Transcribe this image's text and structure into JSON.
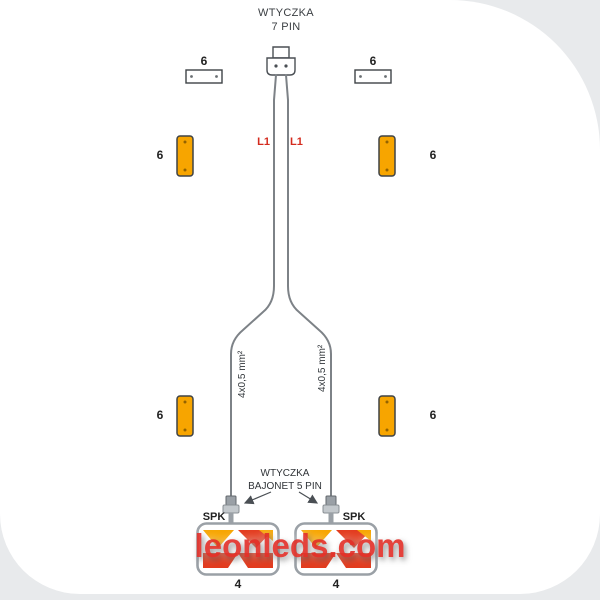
{
  "title": {
    "line1": "WTYCZKA",
    "line2": "7 PIN"
  },
  "cables": {
    "l1_left": "L1",
    "l1_right": "L1",
    "spec_left": "4x0,5 mm²",
    "spec_right": "4x0,5 mm²"
  },
  "bajonet": {
    "line1": "WTYCZKA",
    "line2": "BAJONET 5 PIN",
    "spk_left": "SPK",
    "spk_right": "SPK"
  },
  "reflectors": {
    "white_left": "6",
    "white_right": "6",
    "orange_top_left": "6",
    "orange_top_right": "6",
    "orange_bottom_left": "6",
    "orange_bottom_right": "6"
  },
  "lamps": {
    "left_number": "4",
    "right_number": "4"
  },
  "watermark": {
    "text": "leonleds.com"
  },
  "colors": {
    "orange": "#F7A500",
    "red": "#E23B1E",
    "label_red": "#D42B1E",
    "cable": "#7D8287",
    "bg_gray": "#E8EAEC",
    "watermark_red": "#E2332C"
  }
}
